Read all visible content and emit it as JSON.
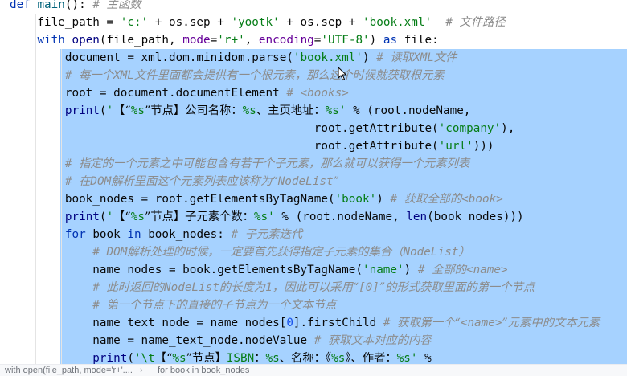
{
  "editor": {
    "lines": [
      [
        [
          "kw",
          "def "
        ],
        [
          "fn",
          "main"
        ],
        [
          "t",
          "(): "
        ],
        [
          "cm",
          "# "
        ],
        [
          "cmc",
          "主函数"
        ]
      ],
      [
        [
          "t",
          "    file_path = "
        ],
        [
          "str",
          "'c:'"
        ],
        [
          "t",
          " + os.sep + "
        ],
        [
          "str",
          "'yootk'"
        ],
        [
          "t",
          " + os.sep + "
        ],
        [
          "str",
          "'book.xml'"
        ],
        [
          "t",
          "  "
        ],
        [
          "cm",
          "# "
        ],
        [
          "cmc",
          "文件路径"
        ]
      ],
      [
        [
          "t",
          "    "
        ],
        [
          "kw",
          "with "
        ],
        [
          "bi",
          "open"
        ],
        [
          "t",
          "(file_path, "
        ],
        [
          "param",
          "mode"
        ],
        [
          "t",
          "="
        ],
        [
          "str",
          "'r+'"
        ],
        [
          "t",
          ", "
        ],
        [
          "param",
          "encoding"
        ],
        [
          "t",
          "="
        ],
        [
          "str",
          "'UTF-8'"
        ],
        [
          "t",
          ") "
        ],
        [
          "kw",
          "as "
        ],
        [
          "t",
          "file:"
        ]
      ],
      [
        [
          "t",
          "        document = xml.dom.minidom.parse("
        ],
        [
          "str",
          "'book.xml'"
        ],
        [
          "t",
          ") "
        ],
        [
          "cm",
          "# "
        ],
        [
          "cmc",
          "读取"
        ],
        [
          "cm",
          "XML"
        ],
        [
          "cmc",
          "文件"
        ]
      ],
      [
        [
          "t",
          "        "
        ],
        [
          "cm",
          "# "
        ],
        [
          "cmc",
          "每一个"
        ],
        [
          "cm",
          "XML"
        ],
        [
          "cmc",
          "文件里面都会提供有一个根元素，那么这个时候就获取根元素"
        ]
      ],
      [
        [
          "t",
          "        root = document.documentElement "
        ],
        [
          "cm",
          "# <books>"
        ]
      ],
      [
        [
          "t",
          "        "
        ],
        [
          "bi",
          "print"
        ],
        [
          "t",
          "("
        ],
        [
          "str",
          "'"
        ],
        [
          "sc",
          "【“"
        ],
        [
          "str",
          "%s"
        ],
        [
          "sc",
          "”节点】公司名称："
        ],
        [
          "str",
          "%s"
        ],
        [
          "sc",
          "、主页地址："
        ],
        [
          "str",
          "%s'"
        ],
        [
          "t",
          " % (root.nodeName,"
        ]
      ],
      [
        [
          "t",
          "                                            root.getAttribute("
        ],
        [
          "str",
          "'company'"
        ],
        [
          "t",
          "),"
        ]
      ],
      [
        [
          "t",
          "                                            root.getAttribute("
        ],
        [
          "str",
          "'url'"
        ],
        [
          "t",
          ")))"
        ]
      ],
      [
        [
          "t",
          "        "
        ],
        [
          "cm",
          "# "
        ],
        [
          "cmc",
          "指定的一个元素之中可能包含有若干个子元素，那么就可以获得一个元素列表"
        ]
      ],
      [
        [
          "t",
          "        "
        ],
        [
          "cm",
          "# "
        ],
        [
          "cmc",
          "在"
        ],
        [
          "cm",
          "DOM"
        ],
        [
          "cmc",
          "解析里面这个元素列表应该称为“"
        ],
        [
          "cm",
          "NodeList"
        ],
        [
          "cmc",
          "”"
        ]
      ],
      [
        [
          "t",
          "        book_nodes = root.getElementsByTagName("
        ],
        [
          "str",
          "'book'"
        ],
        [
          "t",
          ") "
        ],
        [
          "cm",
          "# "
        ],
        [
          "cmc",
          "获取全部的"
        ],
        [
          "cm",
          "<book>"
        ]
      ],
      [
        [
          "t",
          "        "
        ],
        [
          "bi",
          "print"
        ],
        [
          "t",
          "("
        ],
        [
          "str",
          "'"
        ],
        [
          "sc",
          "【“"
        ],
        [
          "str",
          "%s"
        ],
        [
          "sc",
          "”节点】子元素个数："
        ],
        [
          "str",
          "%s'"
        ],
        [
          "t",
          " % (root.nodeName, "
        ],
        [
          "bi",
          "len"
        ],
        [
          "t",
          "(book_nodes)))"
        ]
      ],
      [
        [
          "t",
          "        "
        ],
        [
          "kw",
          "for "
        ],
        [
          "t",
          "book "
        ],
        [
          "kw",
          "in "
        ],
        [
          "t",
          "book_nodes: "
        ],
        [
          "cm",
          "# "
        ],
        [
          "cmc",
          "子元素迭代"
        ]
      ],
      [
        [
          "t",
          "            "
        ],
        [
          "cm",
          "# DOM"
        ],
        [
          "cmc",
          "解析处理的时候，一定要首先获得指定子元素的集合（"
        ],
        [
          "cm",
          "NodeList"
        ],
        [
          "cmc",
          "）"
        ]
      ],
      [
        [
          "t",
          "            name_nodes = book.getElementsByTagName("
        ],
        [
          "str",
          "'name'"
        ],
        [
          "t",
          ") "
        ],
        [
          "cm",
          "# "
        ],
        [
          "cmc",
          "全部的"
        ],
        [
          "cm",
          "<name>"
        ]
      ],
      [
        [
          "t",
          "            "
        ],
        [
          "cm",
          "# "
        ],
        [
          "cmc",
          "此时返回的"
        ],
        [
          "cm",
          "NodeList"
        ],
        [
          "cmc",
          "的长度为"
        ],
        [
          "cm",
          "1"
        ],
        [
          "cmc",
          "，因此可以采用“"
        ],
        [
          "cm",
          "[0]"
        ],
        [
          "cmc",
          "”的形式获取里面的第一个节点"
        ]
      ],
      [
        [
          "t",
          "            "
        ],
        [
          "cm",
          "# "
        ],
        [
          "cmc",
          "第一个节点下的直接的子节点为一个文本节点"
        ]
      ],
      [
        [
          "t",
          "            name_text_node = name_nodes["
        ],
        [
          "num",
          "0"
        ],
        [
          "t",
          "].firstChild "
        ],
        [
          "cm",
          "# "
        ],
        [
          "cmc",
          "获取第一个“"
        ],
        [
          "cm",
          "<name>"
        ],
        [
          "cmc",
          "”元素中的文本元素"
        ]
      ],
      [
        [
          "t",
          "            name = name_text_node.nodeValue "
        ],
        [
          "cm",
          "# "
        ],
        [
          "cmc",
          "获取文本对应的内容"
        ]
      ],
      [
        [
          "t",
          "            "
        ],
        [
          "bi",
          "print"
        ],
        [
          "t",
          "("
        ],
        [
          "str",
          "'\\t"
        ],
        [
          "sc",
          "【“"
        ],
        [
          "str",
          "%s"
        ],
        [
          "sc",
          "”节点】"
        ],
        [
          "str",
          "ISBN"
        ],
        [
          "sc",
          "："
        ],
        [
          "str",
          "%s"
        ],
        [
          "sc",
          "、名称：《"
        ],
        [
          "str",
          "%s"
        ],
        [
          "sc",
          "》、作者："
        ],
        [
          "str",
          "%s'"
        ],
        [
          "t",
          " %"
        ]
      ]
    ]
  },
  "breadcrumb": {
    "item1": "with open(file_path, mode='r+'....",
    "item2": "for book in book_nodes"
  }
}
